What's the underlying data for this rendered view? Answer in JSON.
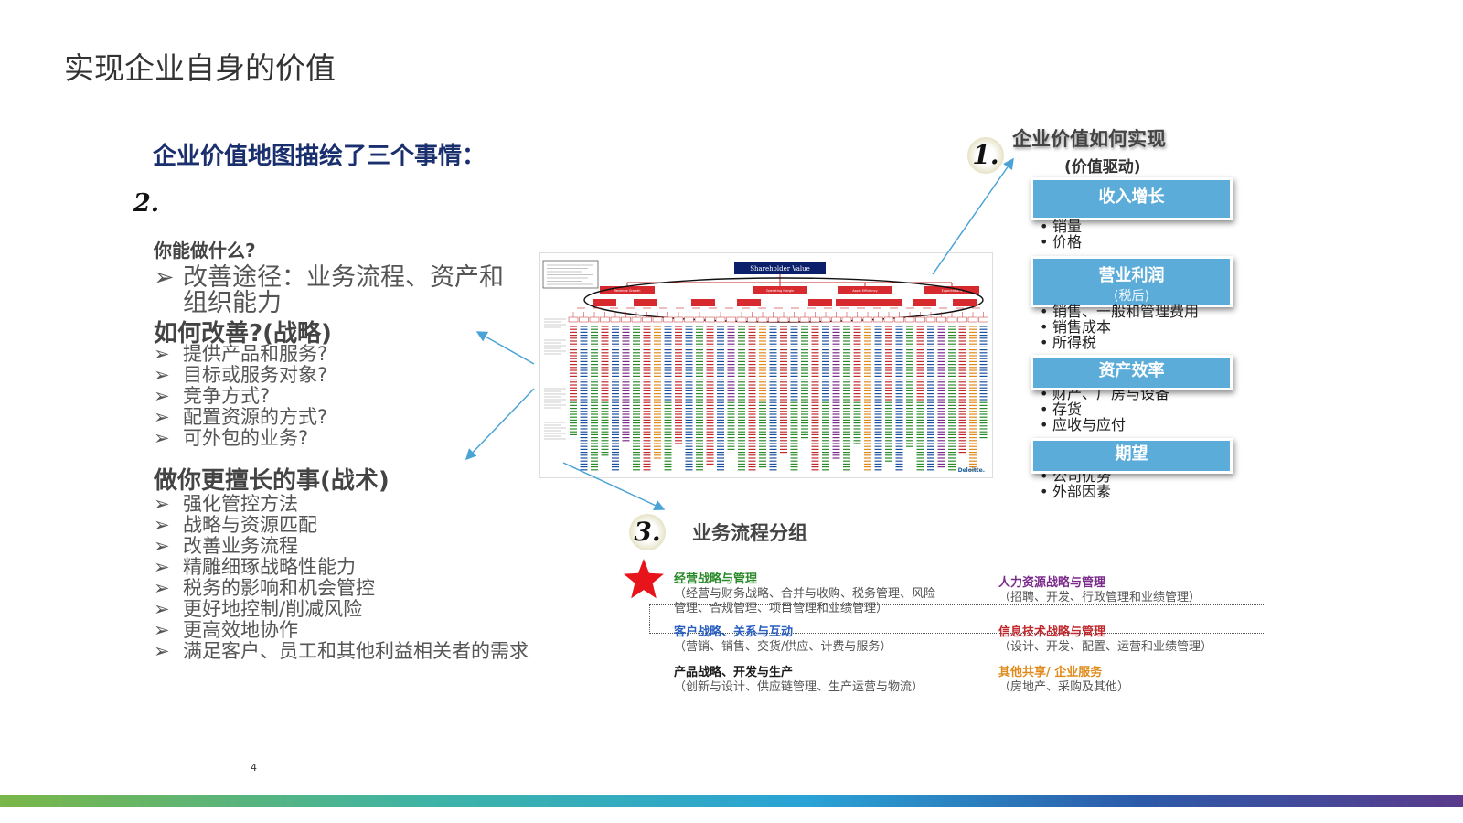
{
  "title": "实现企业自身的价值",
  "left": {
    "heading": "企业价值地图描绘了三个事情：",
    "number": "2.",
    "question": "你能做什么?",
    "improve_items": [
      "改善途径：业务流程、资产和组织能力"
    ],
    "how_heading": "如何改善?(战略)",
    "how_items": [
      "提供产品和服务?",
      "目标或服务对象?",
      "竞争方式?",
      "配置资源的方式?",
      "可外包的业务?"
    ],
    "tactics_heading": "做你更擅长的事(战术)",
    "tactics_items": [
      "强化管控方法",
      "战略与资源匹配",
      "改善业务流程",
      "精雕细琢战略性能力",
      "税务的影响和机会管控",
      "更好地控制/削减风险",
      "更高效地协作",
      "满足客户、员工和其他利益相关者的需求"
    ],
    "bullet_marker": "➢"
  },
  "figure": {
    "root_label": "Shareholder Value",
    "level1": [
      "Revenue Growth",
      "Operating Margin",
      "Asset Efficiency",
      "Expectations"
    ],
    "brand": "Deloitte."
  },
  "right": {
    "number": "1.",
    "title": "企业价值如何实现",
    "subtitle": "(价值驱动)",
    "boxes": [
      {
        "label": "收入增长",
        "sub": "",
        "items": [
          "销量",
          "价格"
        ]
      },
      {
        "label": "营业利润",
        "sub": "(税后)",
        "items": [
          "销售、一般和管理费用",
          "销售成本",
          "所得税"
        ]
      },
      {
        "label": "资产效率",
        "sub": "",
        "items": [
          "财产、厂房与设备",
          "存货",
          "应收与应付"
        ]
      },
      {
        "label": "期望",
        "sub": "",
        "items": [
          "公司优势",
          "外部因素"
        ]
      }
    ]
  },
  "groups": {
    "number": "3.",
    "title": "业务流程分组",
    "items": [
      {
        "title": "经营战略与管理",
        "desc1": "（经营与财务战略、合并与收购、税务管理、风险",
        "desc2": "管理、合规管理、项目管理和业绩管理）",
        "color": "#2a8a2a"
      },
      {
        "title": "人力资源战略与管理",
        "desc1": "（招聘、开发、行政管理和业绩管理）",
        "desc2": "",
        "color": "#7a2a8a"
      },
      {
        "title": "客户战略、关系与互动",
        "desc1": "（营销、销售、交货/供应、计费与服务）",
        "desc2": "",
        "color": "#2a5fbf"
      },
      {
        "title": "信息技术战略与管理",
        "desc1": "（设计、开发、配置、运营和业绩管理）",
        "desc2": "",
        "color": "#c0282d"
      },
      {
        "title": "产品战略、开发与生产",
        "desc1": "（创新与设计、供应链管理、生产运营与物流）",
        "desc2": "",
        "color": "#1a1a1a"
      },
      {
        "title": "其他共享/ 企业服务",
        "desc1": "（房地产、采购及其他）",
        "desc2": "",
        "color": "#e08a1a"
      }
    ]
  },
  "page_number": "4",
  "colors": {
    "box_blue": "#5bacd9",
    "heading_navy": "#1a2f6e",
    "arrow_blue": "#4aa3d6"
  }
}
